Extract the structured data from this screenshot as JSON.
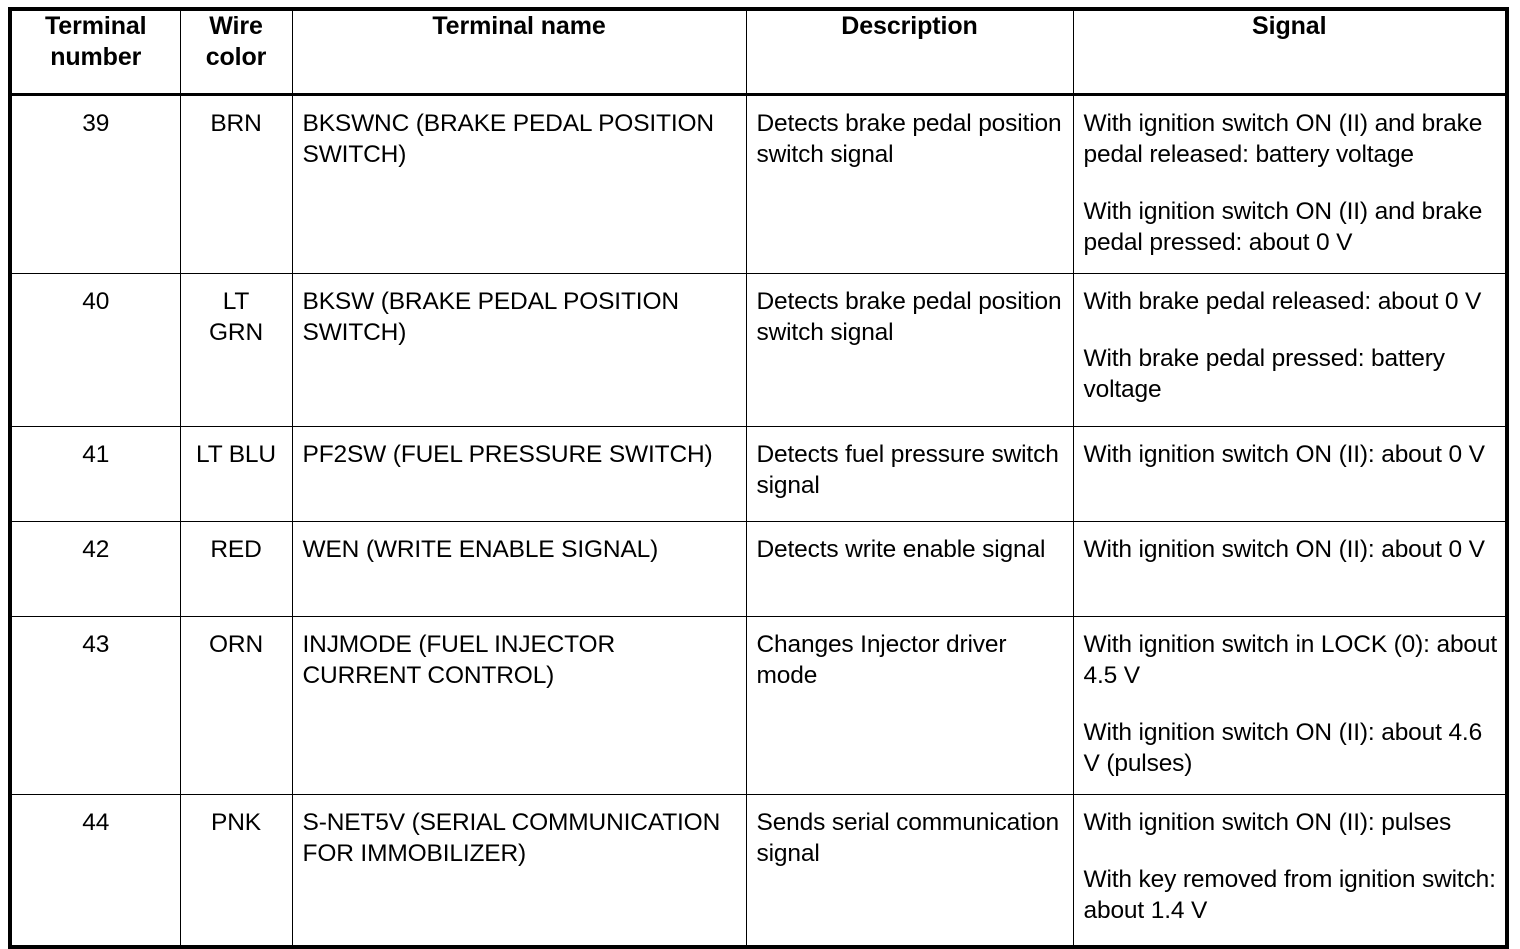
{
  "table": {
    "headers": [
      "Terminal\nnumber",
      "Wire\ncolor",
      "Terminal name",
      "Description",
      "Signal"
    ],
    "rows": [
      {
        "terminal_number": "39",
        "wire_color": "BRN",
        "terminal_name": "BKSWNC (BRAKE PEDAL POSITION SWITCH)",
        "description": "Detects brake pedal position switch signal",
        "signal_paragraphs": [
          "With ignition switch ON (II) and brake pedal released: battery voltage",
          "With ignition switch ON (II) and brake pedal pressed: about 0 V"
        ]
      },
      {
        "terminal_number": "40",
        "wire_color": "LT\nGRN",
        "terminal_name": "BKSW (BRAKE PEDAL POSITION SWITCH)",
        "description": "Detects brake pedal position switch signal",
        "signal_paragraphs": [
          "With brake pedal released: about 0 V",
          "With brake pedal pressed: battery voltage"
        ]
      },
      {
        "terminal_number": "41",
        "wire_color": "LT BLU",
        "terminal_name": "PF2SW (FUEL PRESSURE SWITCH)",
        "description": "Detects fuel pressure switch signal",
        "signal_paragraphs": [
          "With ignition switch ON (II): about 0 V"
        ]
      },
      {
        "terminal_number": "42",
        "wire_color": "RED",
        "terminal_name": "WEN (WRITE ENABLE SIGNAL)",
        "description": "Detects write enable signal",
        "signal_paragraphs": [
          "With ignition switch ON (II): about 0 V"
        ]
      },
      {
        "terminal_number": "43",
        "wire_color": "ORN",
        "terminal_name": "INJMODE (FUEL INJECTOR CURRENT CONTROL)",
        "description": "Changes Injector driver mode",
        "signal_paragraphs": [
          "With ignition switch in LOCK (0): about 4.5 V",
          "With ignition switch ON (II): about 4.6 V (pulses)"
        ]
      },
      {
        "terminal_number": "44",
        "wire_color": "PNK",
        "terminal_name": "S-NET5V (SERIAL COMMUNICATION FOR IMMOBILIZER)",
        "description": "Sends serial communication signal",
        "signal_paragraphs": [
          "With ignition switch ON (II): pulses",
          "With key removed from ignition switch: about 1.4 V"
        ]
      }
    ]
  },
  "colors": {
    "border": "#000000",
    "text": "#000000",
    "background": "#ffffff"
  }
}
